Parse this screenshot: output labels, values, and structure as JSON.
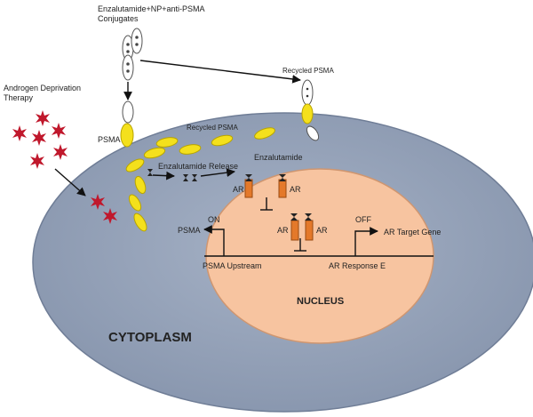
{
  "labels": {
    "conjugates_line1": "Enzalutamide+NP+anti-PSMA",
    "conjugates_line2": "Conjugates",
    "adt_line1": "Androgen Deprivation",
    "adt_line2": "Therapy",
    "recycled_psma_top": "Recycled PSMA",
    "recycled_psma_membrane": "Recycled PSMA",
    "psma_receptor": "PSMA",
    "enzalutamide_release": "Enzalutamide Release",
    "enzalutamide": "Enzalutamide",
    "ar_1": "AR",
    "ar_2": "AR",
    "ar_3": "AR",
    "ar_4": "AR",
    "on": "ON",
    "off": "OFF",
    "psma_gene": "PSMA",
    "ar_target_gene": "AR Target Gene",
    "psma_upstream": "PSMA  Upstream",
    "ar_response_element": "AR Response E",
    "nucleus": "NUCLEUS",
    "cytoplasm": "CYTOPLASM"
  },
  "colors": {
    "cell": "#9aa7bd",
    "cell_edge": "#7e8ca5",
    "nucleus": "#f7c4a0",
    "nucleus_edge": "#d9a07a",
    "psma": "#f4e01c",
    "psma_edge": "#b8a400",
    "receptor": "#e4792a",
    "star": "#c0182c"
  }
}
